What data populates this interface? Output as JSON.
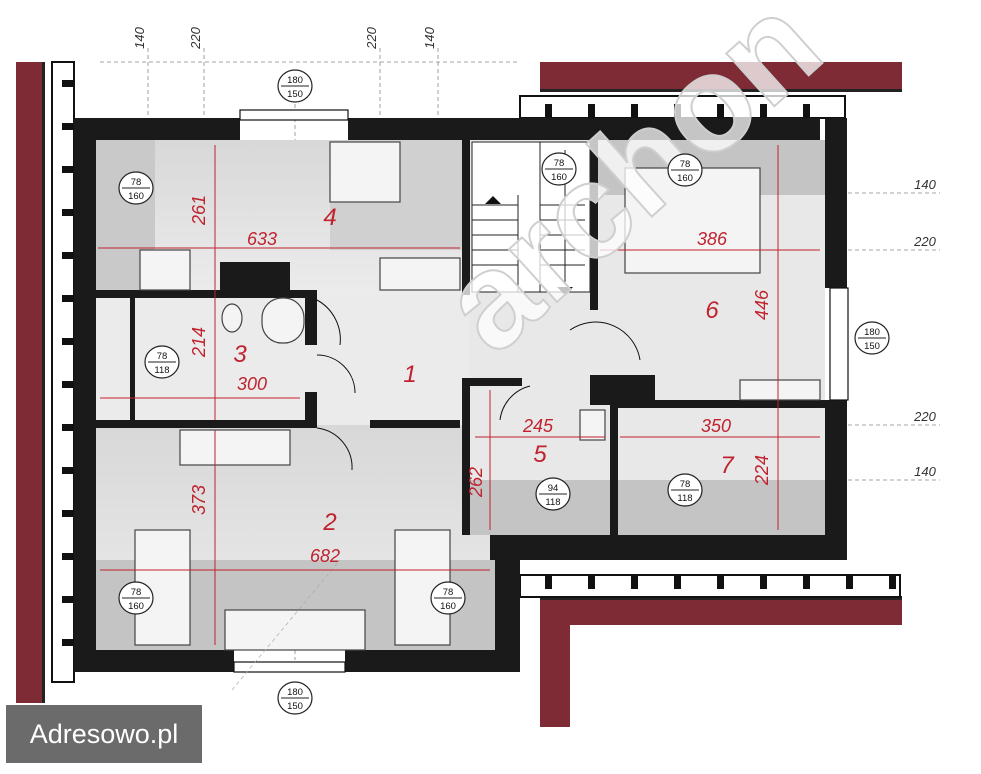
{
  "plan": {
    "rooms": [
      {
        "number": "1"
      },
      {
        "number": "2",
        "width_dim": "682",
        "depth_dim": "373"
      },
      {
        "number": "3",
        "width_dim": "300",
        "depth_dim": "214"
      },
      {
        "number": "4",
        "width_dim": "633",
        "depth_dim": "261"
      },
      {
        "number": "5",
        "width_dim": "245",
        "depth_dim": "262"
      },
      {
        "number": "6",
        "width_dim": "386",
        "depth_dim": "446"
      },
      {
        "number": "7",
        "width_dim": "350",
        "depth_dim": "224"
      }
    ],
    "top_dims": [
      "140",
      "220",
      "220",
      "140"
    ],
    "right_dims": [
      "140",
      "220",
      "220",
      "140"
    ],
    "windows": [
      {
        "a": "180",
        "b": "150"
      },
      {
        "a": "78",
        "b": "160"
      },
      {
        "a": "78",
        "b": "160"
      },
      {
        "a": "78",
        "b": "160"
      },
      {
        "a": "180",
        "b": "150"
      },
      {
        "a": "78",
        "b": "118"
      },
      {
        "a": "94",
        "b": "118"
      },
      {
        "a": "78",
        "b": "118"
      },
      {
        "a": "78",
        "b": "160"
      },
      {
        "a": "78",
        "b": "160"
      },
      {
        "a": "180",
        "b": "150"
      }
    ],
    "watermark_text": "archon"
  },
  "badge": {
    "label": "Adresowo.pl"
  },
  "colors": {
    "wall": "#1a1a1a",
    "roof": "#7e2b35",
    "room_dim": "#c0222e",
    "floor": "#e4e4e4"
  }
}
